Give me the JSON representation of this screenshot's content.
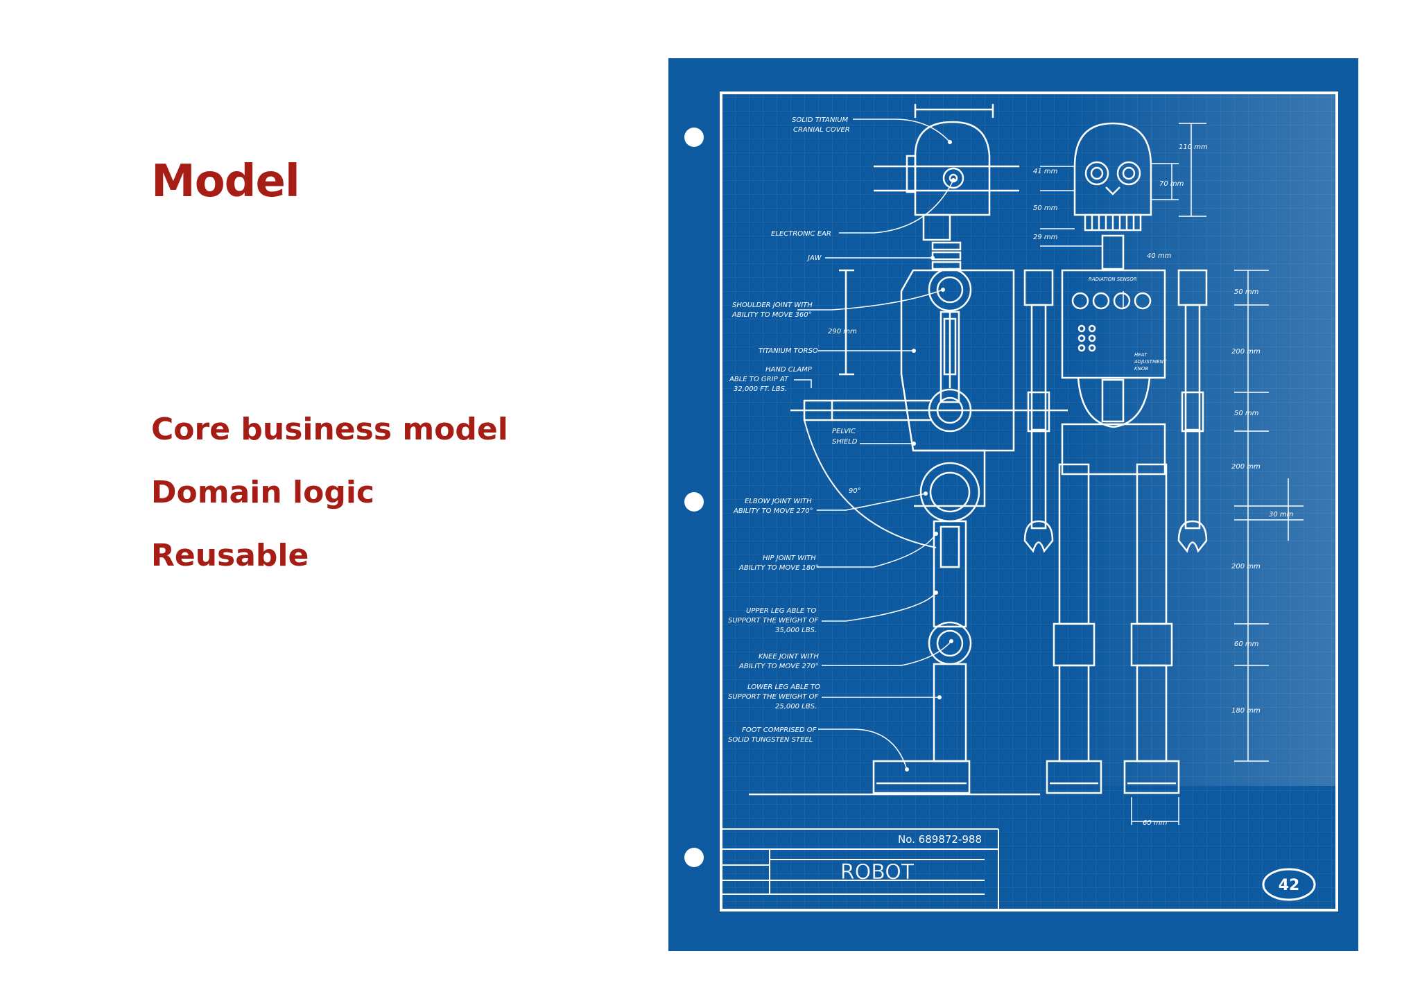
{
  "slide": {
    "title": "Model",
    "bullets": [
      "Core business model",
      "Domain logic",
      "Reusable"
    ]
  },
  "blueprint": {
    "callouts": [
      "SOLID TITANIUM",
      "CRANIAL COVER",
      "ELECTRONIC EAR",
      "JAW",
      "SHOULDER JOINT WITH",
      "ABILITY TO MOVE 360°",
      "TITANIUM TORSO",
      "HAND CLAMP",
      "ABLE TO GRIP AT",
      "32,000 FT. LBS.",
      "PELVIC",
      "SHIELD",
      "ELBOW JOINT WITH",
      "ABILITY TO MOVE 270°",
      "HIP JOINT WITH",
      "ABILITY TO MOVE 180°",
      "UPPER LEG ABLE TO",
      "SUPPORT THE WEIGHT OF",
      "35,000 LBS.",
      "KNEE JOINT WITH",
      "ABILITY TO MOVE 270°",
      "LOWER LEG ABLE TO",
      "SUPPORT THE WEIGHT OF",
      "25,000 LBS.",
      "FOOT COMPRISED OF",
      "SOLID TUNGSTEN STEEL",
      "RADIATION SENSOR",
      "HEAT",
      "ADJUSTMENT",
      "KNOB"
    ],
    "dimensions": {
      "head_width": "41 mm",
      "head_gap": "50 mm",
      "jaw": "29 mm",
      "head_height": "110 mm",
      "eyes": "70 mm",
      "neck": "40 mm",
      "torso_left": "290 mm",
      "angle": "90°",
      "right_scale": [
        "50 mm",
        "200 mm",
        "50 mm",
        "200 mm",
        "30 mm",
        "200 mm",
        "60 mm",
        "180 mm"
      ],
      "foot_width": "60 mm"
    },
    "plate_number": "No. 689872-988",
    "plate_title": "ROBOT",
    "page_number": "42"
  },
  "colors": {
    "title_red": "#a51d14",
    "blueprint_blue": "#0e5aa0",
    "line_white": "#ffffff"
  }
}
